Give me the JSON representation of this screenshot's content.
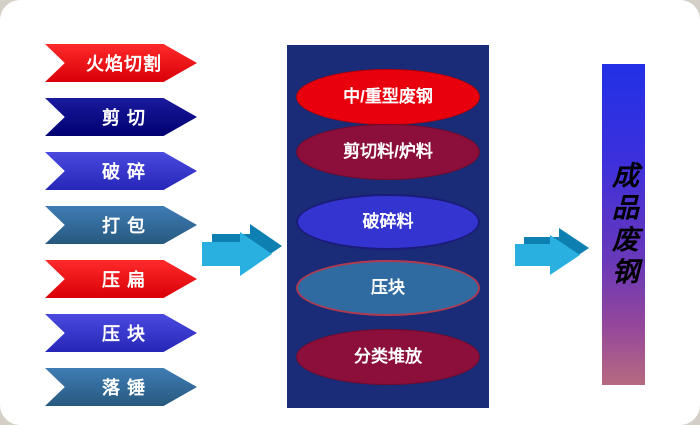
{
  "slide": {
    "processes": [
      {
        "label": "火焰切割",
        "color": "#e8000d"
      },
      {
        "label": "剪 切",
        "color": "#000080"
      },
      {
        "label": "破 碎",
        "color": "#3333cc"
      },
      {
        "label": "打 包",
        "color": "#31699e"
      },
      {
        "label": "压 扁",
        "color": "#e8000d"
      },
      {
        "label": "压 块",
        "color": "#3333cc"
      },
      {
        "label": "落 锤",
        "color": "#31699e"
      }
    ],
    "products_box": {
      "background": "#1a2b77",
      "items": [
        {
          "label": "中/重型废钢",
          "color": "#e8000d"
        },
        {
          "label": "剪切料/炉料",
          "color": "#8b0f3a"
        },
        {
          "label": "破碎料",
          "color": "#3434d0"
        },
        {
          "label": "压块",
          "color": "#2f6ba1"
        },
        {
          "label": "分类堆放",
          "color": "#8b0f3a"
        }
      ]
    },
    "arrows": {
      "left_icon": "right-arrow-3d",
      "right_icon": "right-arrow-3d",
      "color": "#29b0e0",
      "shade_color": "#0d7fb0"
    },
    "output": {
      "label": "成品废钢",
      "gradient_top": "#2230e6",
      "gradient_bottom": "#b66a80"
    }
  }
}
